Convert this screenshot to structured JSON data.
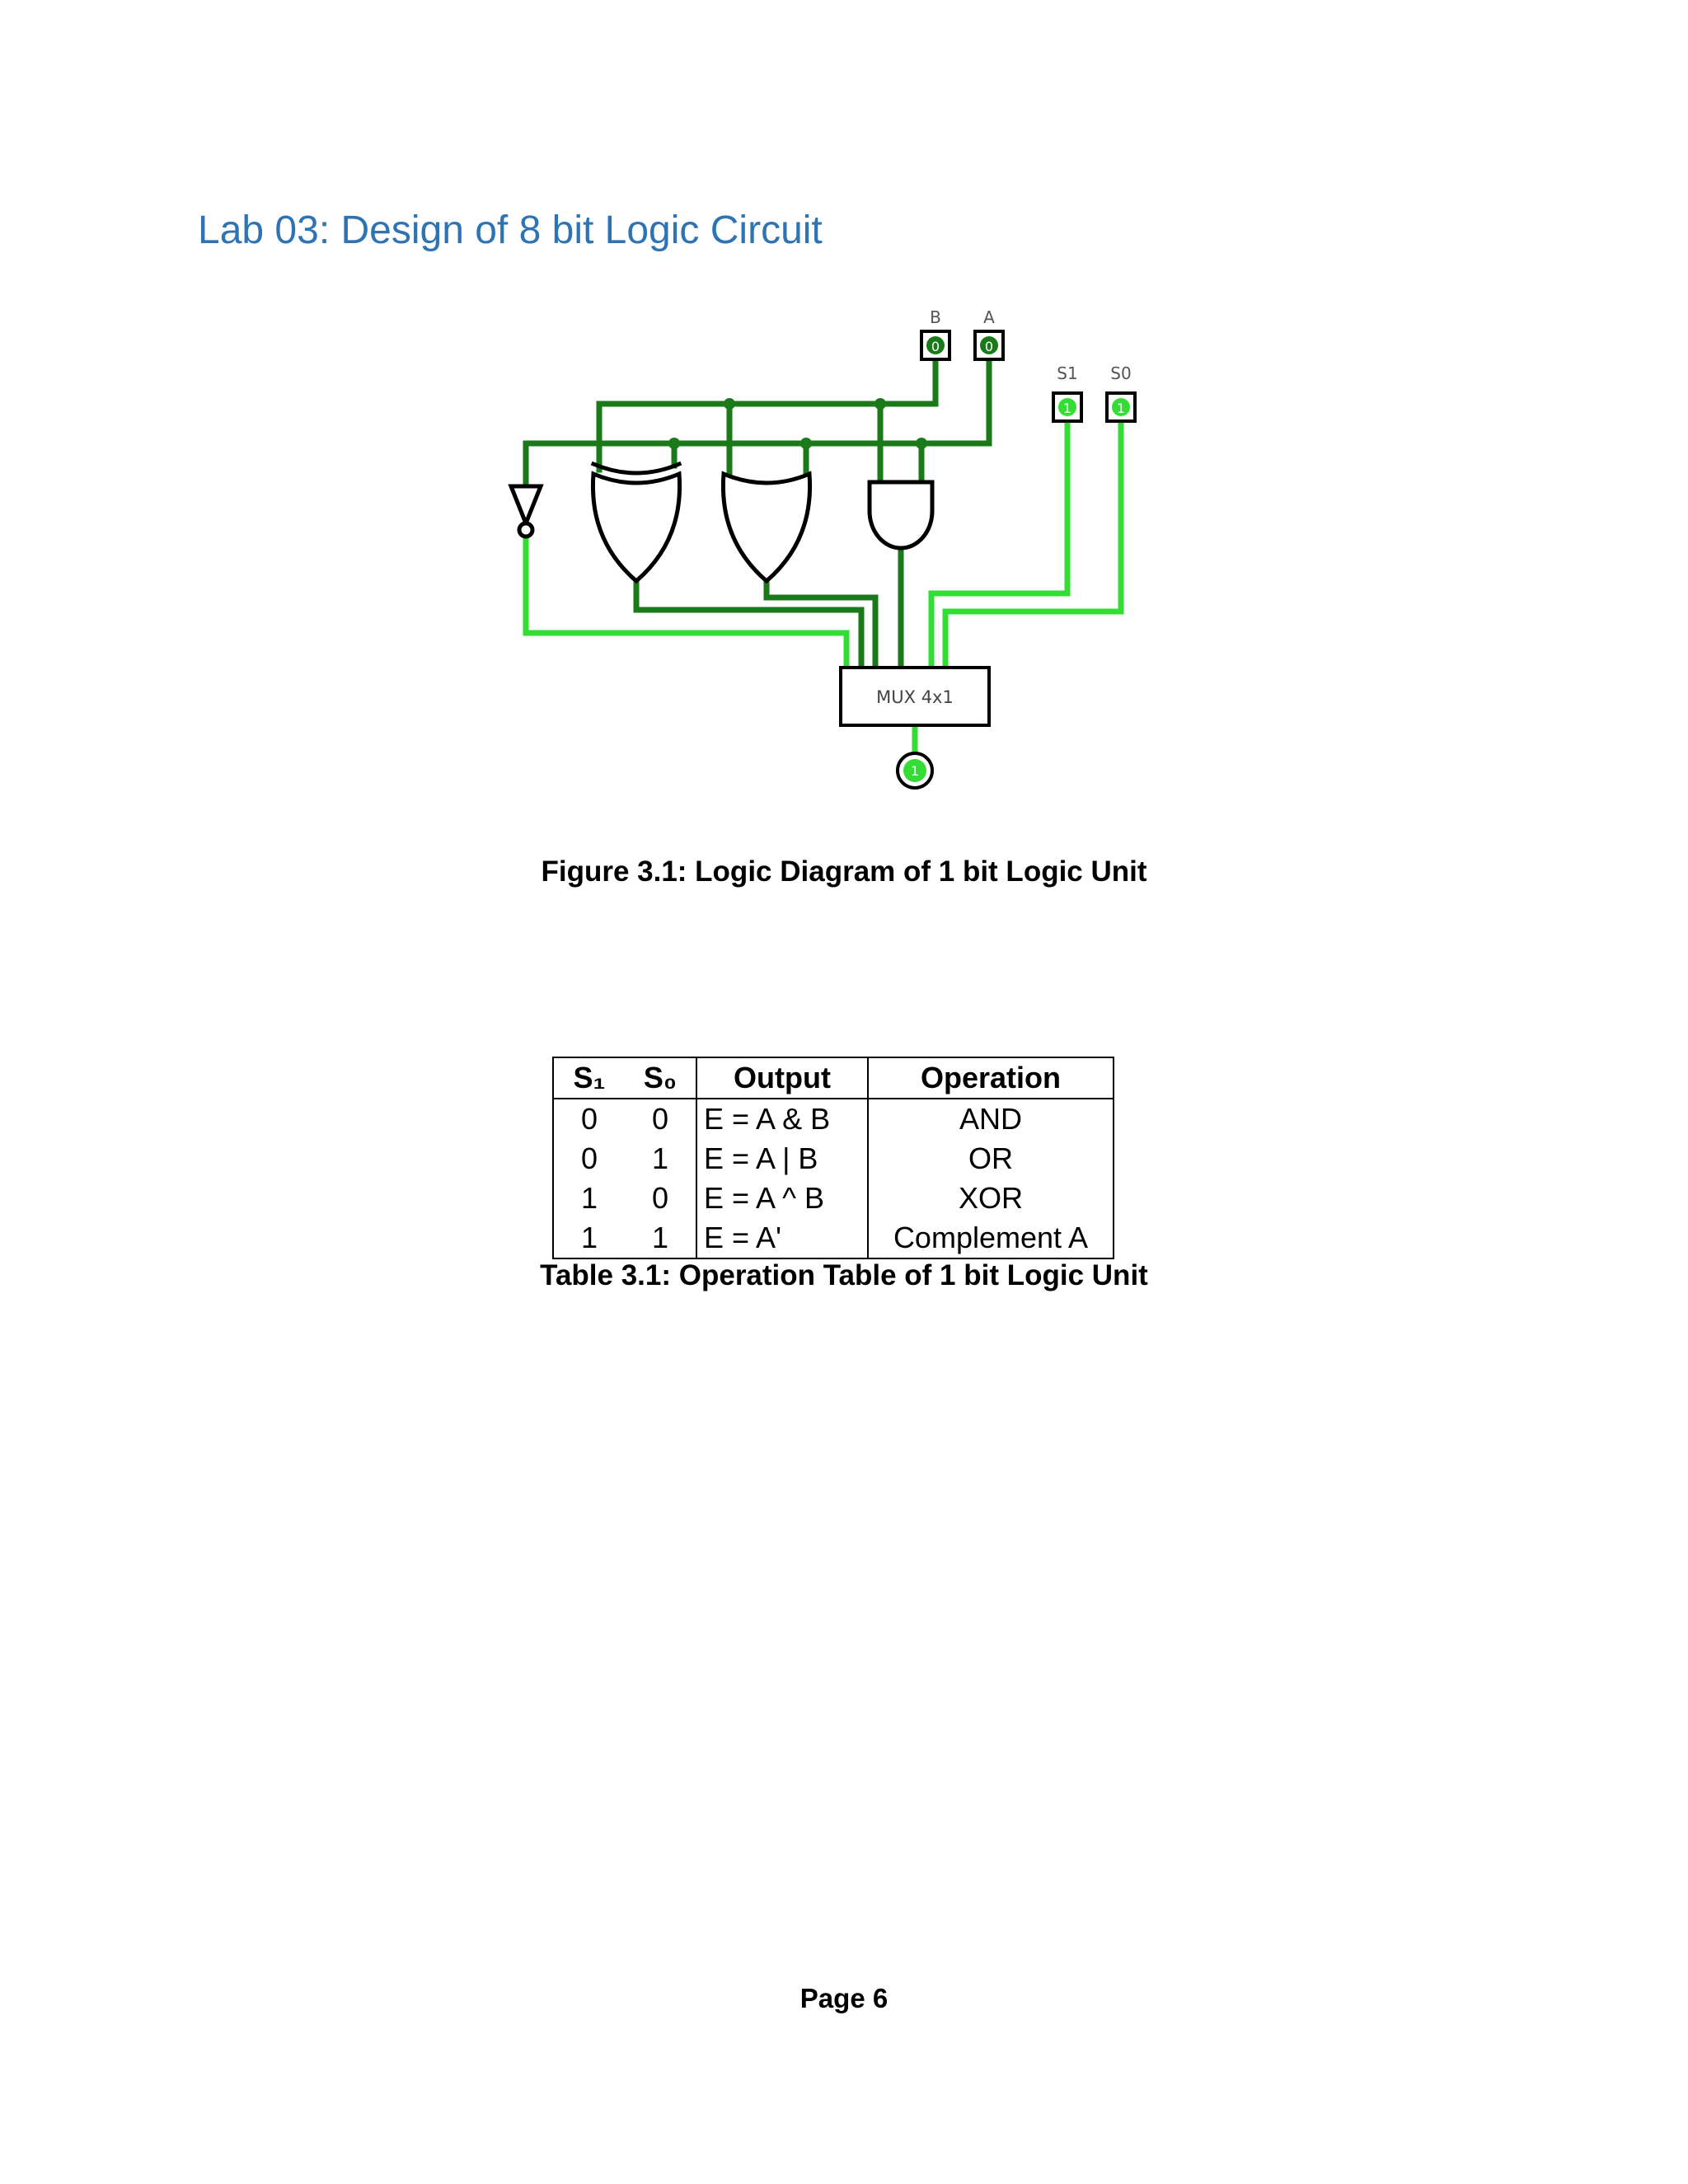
{
  "heading": "Lab 03: Design of 8 bit Logic Circuit",
  "circuit": {
    "input_b_label": "B",
    "input_a_label": "A",
    "input_b_value": "0",
    "input_a_value": "0",
    "select_s1_label": "S1",
    "select_s0_label": "S0",
    "select_s1_value": "1",
    "select_s0_value": "1",
    "mux_label": "MUX 4x1",
    "output_value": "1",
    "colors": {
      "wire_active": "#33dd33",
      "wire_inactive": "#1a7a1a",
      "junction": "#1a7a1a"
    }
  },
  "figure_caption": "Figure 3.1: Logic Diagram of 1 bit Logic Unit",
  "table": {
    "headers": {
      "s1": "S₁",
      "s0": "S₀",
      "output": "Output",
      "operation": "Operation"
    },
    "rows": [
      {
        "s1": "0",
        "s0": "0",
        "output": "E = A & B",
        "operation": "AND"
      },
      {
        "s1": "0",
        "s0": "1",
        "output": "E = A | B",
        "operation": "OR"
      },
      {
        "s1": "1",
        "s0": "0",
        "output": "E = A ^ B",
        "operation": "XOR"
      },
      {
        "s1": "1",
        "s0": "1",
        "output": "E = A'",
        "operation": "Complement A"
      }
    ]
  },
  "table_caption": "Table 3.1: Operation Table of 1 bit Logic Unit",
  "page_number": "Page 6"
}
